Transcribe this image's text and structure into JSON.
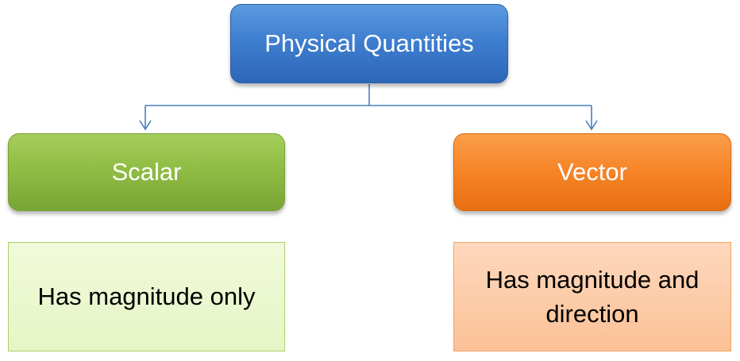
{
  "root": {
    "label": "Physical Quantities"
  },
  "scalar": {
    "label": "Scalar",
    "description": "Has magnitude only"
  },
  "vector": {
    "label": "Vector",
    "description": "Has magnitude and direction"
  },
  "colors": {
    "connector": "#4a7ebb",
    "root_fill": "#3f7fd0",
    "scalar_fill": "#8fbd45",
    "vector_fill": "#f7862a",
    "scalar_desc_fill": "#e6f5c6",
    "vector_desc_fill": "#fbc196"
  }
}
